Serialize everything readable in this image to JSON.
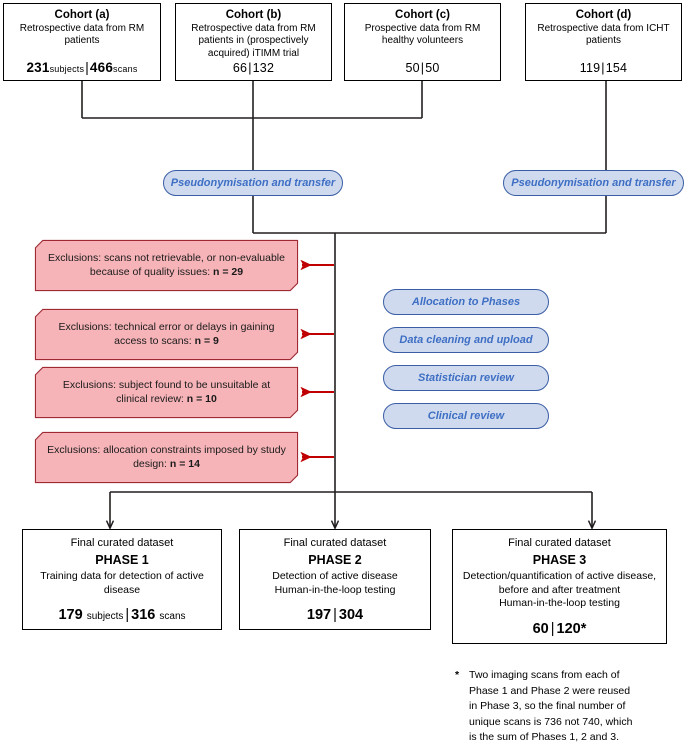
{
  "cohorts": [
    {
      "title": "Cohort (a)",
      "description": "Retrospective data from RM patients",
      "subjects": "231",
      "subjects_unit": "subjects",
      "scans": "466",
      "scans_unit": "scans",
      "separator": "|"
    },
    {
      "title": "Cohort (b)",
      "description": "Retrospective data from RM patients in (prospectively acquired) iTIMM trial",
      "subjects": "66",
      "subjects_unit": "",
      "scans": "132",
      "scans_unit": "",
      "separator": "|"
    },
    {
      "title": "Cohort (c)",
      "description": "Prospective data from RM healthy volunteers",
      "subjects": "50",
      "subjects_unit": "",
      "scans": "50",
      "scans_unit": "",
      "separator": "|"
    },
    {
      "title": "Cohort (d)",
      "description": "Retrospective data from ICHT patients",
      "subjects": "119",
      "subjects_unit": "",
      "scans": "154",
      "scans_unit": "",
      "separator": "|"
    }
  ],
  "pseudonymisation": [
    {
      "label": "Pseudonymisation and transfer"
    },
    {
      "label": "Pseudonymisation and transfer"
    }
  ],
  "exclusions": [
    {
      "text": "Exclusions: scans not retrievable, or non-evaluable because of quality issues: ",
      "count_label": "n = 29"
    },
    {
      "text": "Exclusions: technical error or delays in gaining access to scans: ",
      "count_label": "n = 9"
    },
    {
      "text": "Exclusions: subject found to be unsuitable at clinical review: ",
      "count_label": "n = 10"
    },
    {
      "text": "Exclusions: allocation constraints imposed by study design: ",
      "count_label": "n = 14"
    }
  ],
  "process_steps": [
    {
      "label": "Allocation to Phases"
    },
    {
      "label": "Data cleaning and upload"
    },
    {
      "label": "Statistician review"
    },
    {
      "label": "Clinical review"
    }
  ],
  "phases": [
    {
      "header": "Final curated dataset",
      "name": "PHASE 1",
      "description": "Training data for detection of active disease",
      "subjects": "179",
      "subjects_unit": "subjects",
      "scans": "316",
      "scans_unit": "scans",
      "separator": "|"
    },
    {
      "header": "Final curated dataset",
      "name": "PHASE 2",
      "description": "Detection of active disease\nHuman-in-the-loop testing",
      "subjects": "197",
      "subjects_unit": "",
      "scans": "304",
      "scans_unit": "",
      "separator": "|"
    },
    {
      "header": "Final curated dataset",
      "name": "PHASE 3",
      "description": "Detection/quantification of active disease, before and after treatment\nHuman-in-the-loop testing",
      "subjects": "60",
      "subjects_unit": "",
      "scans": "120*",
      "scans_unit": "",
      "separator": "|"
    }
  ],
  "footnote": {
    "marker": "*",
    "text": "Two imaging scans from each of\nPhase 1 and  Phase 2 were reused\nin Phase 3, so the final number of\nunique scans is 736 not 740, which\nis the sum of Phases 1, 2 and 3."
  },
  "colors": {
    "exclusion_fill": "#f6b4b8",
    "exclusion_border": "#a02a34",
    "process_fill": "#cfdaee",
    "process_border": "#3a5ea6",
    "process_text": "#3e6fc4",
    "connector": "#231f20",
    "arrow": "#c00000"
  }
}
